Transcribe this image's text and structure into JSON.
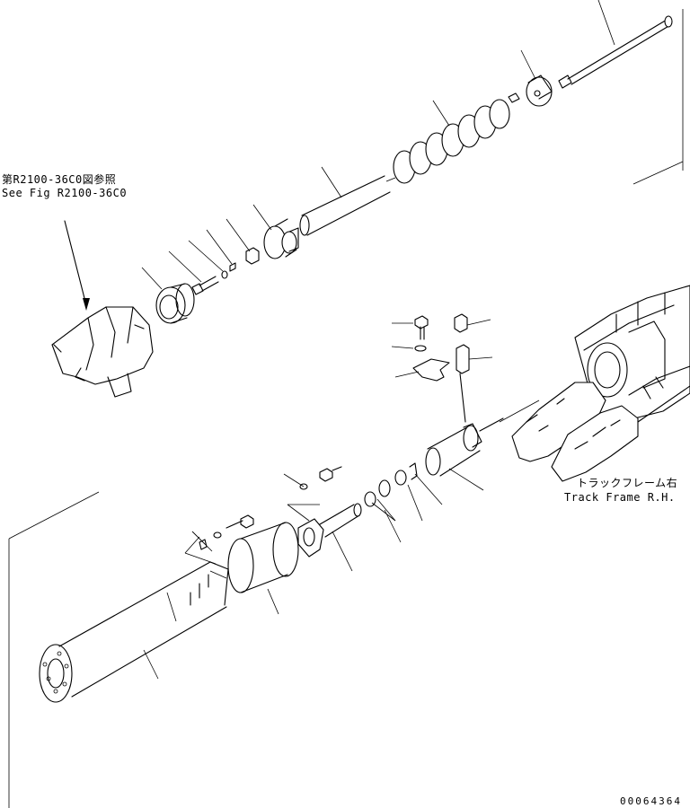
{
  "ref_note": {
    "jp": "第R2100-36C0図参照",
    "en": "See Fig R2100-36C0"
  },
  "frame_label": {
    "jp": "トラックフレーム右",
    "en": "Track Frame R.H."
  },
  "drawing_number": "00064364"
}
